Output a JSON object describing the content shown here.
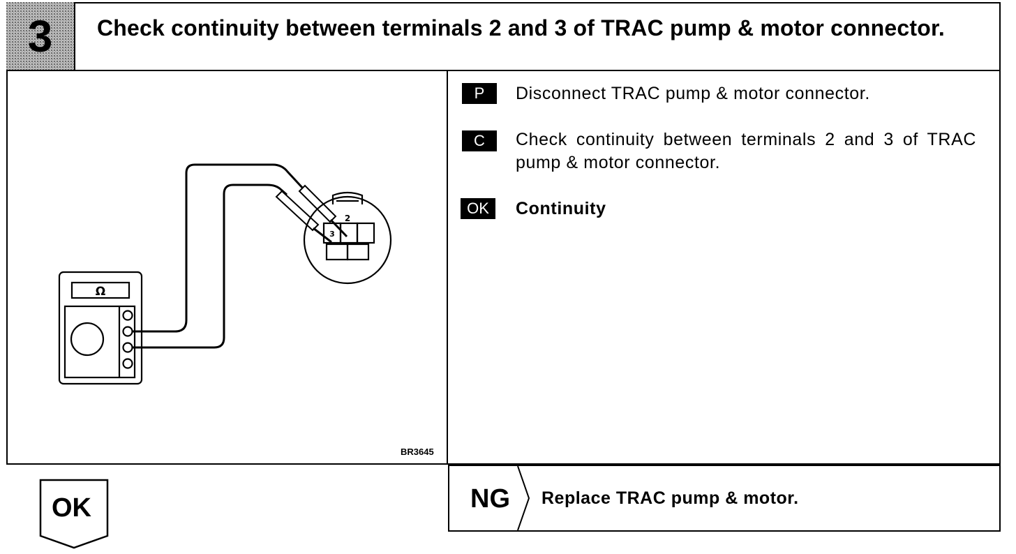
{
  "step": {
    "number": "3",
    "title": "Check continuity between terminals 2 and 3 of TRAC pump & motor connector."
  },
  "figure": {
    "code": "BR3645",
    "meter_symbol": "Ω",
    "terminal_labels": [
      "2",
      "3"
    ]
  },
  "instructions": [
    {
      "tag": "P",
      "text": "Disconnect TRAC pump & motor connector."
    },
    {
      "tag": "C",
      "text": "Check continuity between terminals 2 and 3 of TRAC pump & motor connector."
    },
    {
      "tag": "OK",
      "text": "Continuity"
    }
  ],
  "results": {
    "ng_label": "NG",
    "ng_action": "Replace TRAC pump & motor.",
    "ok_label": "OK"
  },
  "colors": {
    "ink": "#000000",
    "paper": "#ffffff",
    "step_box_fill": "#9a9a9a"
  }
}
